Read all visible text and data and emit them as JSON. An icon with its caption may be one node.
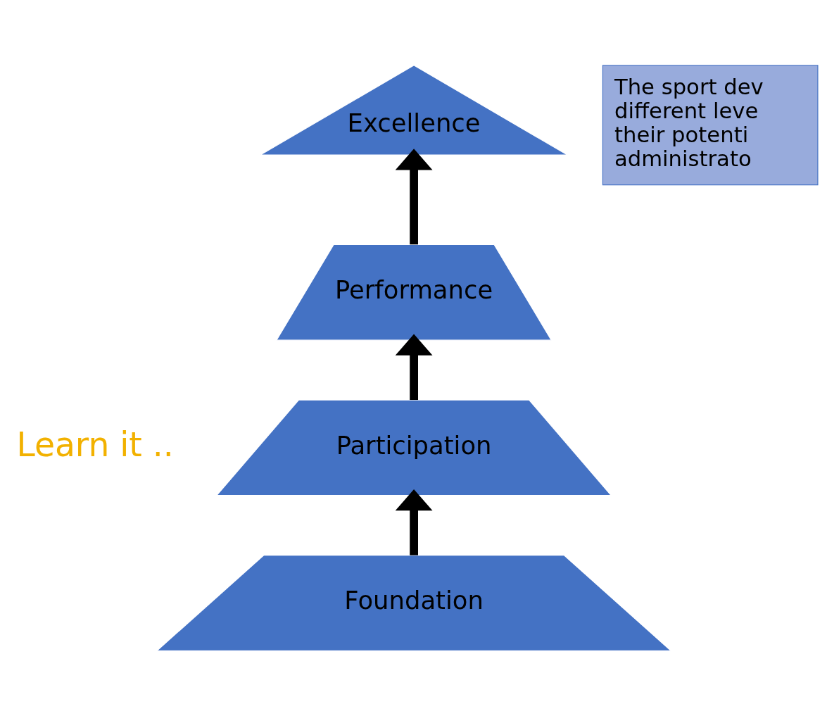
{
  "diagram": {
    "nodes": [
      {
        "text": [
          "Excellence"
        ]
      },
      {
        "text": [
          "Performance"
        ]
      },
      {
        "text": [
          "Participation"
        ]
      },
      {
        "text": [
          "Foundation"
        ]
      },
      {
        "text": [
          "The sport dev different leve their potenti administrato"
        ]
      }
    ],
    "edges": [
      {
        "from": 3,
        "to": 2,
        "arrow": "to"
      },
      {
        "from": 2,
        "to": 1,
        "arrow": "to"
      },
      {
        "from": 1,
        "to": 0,
        "arrow": "to"
      }
    ],
    "labels": [
      "Learn it .."
    ]
  }
}
